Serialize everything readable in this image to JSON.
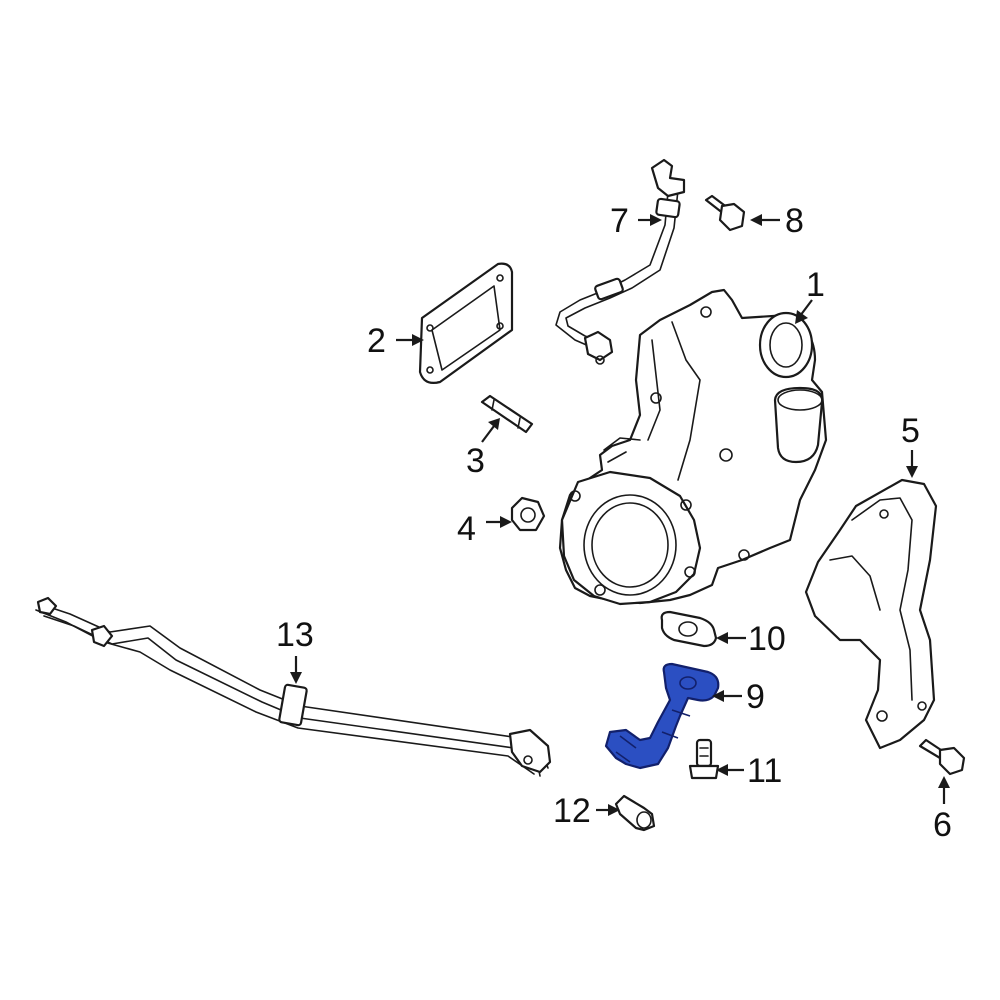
{
  "diagram": {
    "highlight_color": "#2b4fc2",
    "highlighted_part": "9",
    "callouts": [
      {
        "id": "1",
        "label": "1"
      },
      {
        "id": "2",
        "label": "2"
      },
      {
        "id": "3",
        "label": "3"
      },
      {
        "id": "4",
        "label": "4"
      },
      {
        "id": "5",
        "label": "5"
      },
      {
        "id": "6",
        "label": "6"
      },
      {
        "id": "7",
        "label": "7"
      },
      {
        "id": "8",
        "label": "8"
      },
      {
        "id": "9",
        "label": "9"
      },
      {
        "id": "10",
        "label": "10"
      },
      {
        "id": "11",
        "label": "11"
      },
      {
        "id": "12",
        "label": "12"
      },
      {
        "id": "13",
        "label": "13"
      }
    ]
  }
}
